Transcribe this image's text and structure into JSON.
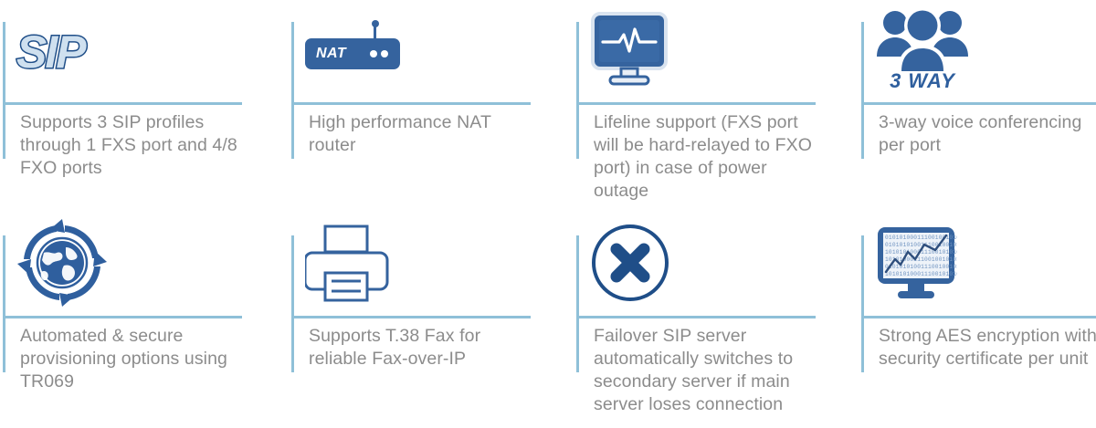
{
  "theme": {
    "rule_color": "#8fc0d8",
    "icon_blue": "#35639e",
    "icon_blue_dark": "#1f4e88",
    "caption_color": "#8c8c8c",
    "background": "#ffffff"
  },
  "features": [
    {
      "id": "sip-profiles",
      "icon_name": "sip-logo-icon",
      "icon_label": "SIP",
      "caption": "Supports 3 SIP profiles through 1 FXS port and 4/8 FXO ports"
    },
    {
      "id": "nat-router",
      "icon_name": "nat-router-icon",
      "icon_label": "NAT",
      "caption": "High performance NAT router"
    },
    {
      "id": "lifeline-support",
      "icon_name": "monitor-heartbeat-icon",
      "icon_label": "",
      "caption": "Lifeline support (FXS port will be hard-relayed to FXO port) in case of power outage"
    },
    {
      "id": "three-way-conferencing",
      "icon_name": "three-people-icon",
      "icon_label": "3 WAY",
      "caption": "3-way voice conferencing per port"
    },
    {
      "id": "auto-provisioning",
      "icon_name": "globe-refresh-icon",
      "icon_label": "",
      "caption": "Automated & secure provisioning options using TR069"
    },
    {
      "id": "t38-fax",
      "icon_name": "printer-fax-icon",
      "icon_label": "",
      "caption": "Supports T.38 Fax for reliable Fax-over-IP"
    },
    {
      "id": "failover-sip-server",
      "icon_name": "circle-x-icon",
      "icon_label": "",
      "caption": "Failover SIP server automatically switches to secondary server if main server loses connection"
    },
    {
      "id": "aes-encryption",
      "icon_name": "monitor-binary-chart-icon",
      "icon_label": "",
      "caption": "Strong AES encryption with security certificate per unit"
    }
  ]
}
